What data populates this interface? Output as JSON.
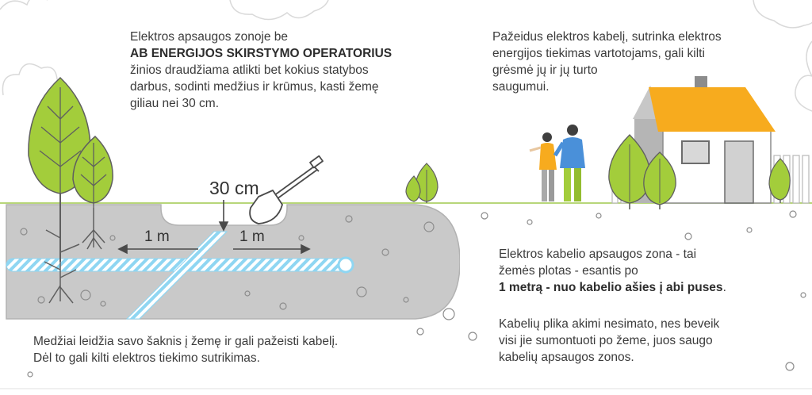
{
  "top_left_text": {
    "line1": "Elektros apsaugos zonoje be",
    "line2_bold": "AB ENERGIJOS SKIRSTYMO OPERATORIUS",
    "line3": "žinios draudžiama atlikti bet kokius statybos",
    "line4": "darbus, sodinti medžius ir krūmus, kasti žemę",
    "line5": "giliau nei 30 cm."
  },
  "top_right_text": {
    "line1": "Pažeidus elektros kabelį, sutrinka elektros",
    "line2": "energijos tiekimas vartotojams, gali kilti",
    "line3": "grėsmė jų ir jų turto",
    "line4": "saugumui."
  },
  "depth_label": "30 cm",
  "distance_left": "1 m",
  "distance_right": "1 m",
  "zone_text": {
    "line1": "Elektros kabelio apsaugos zona - tai",
    "line2": "žemės plotas - esantis po",
    "line3_bold": "1 metrą - nuo kabelio ašies į abi puses",
    "line3_end": "."
  },
  "visibility_text": {
    "line1": "Kabelių plika akimi nesimato, nes beveik",
    "line2": "visi jie sumontuoti po žeme, juos saugo",
    "line3": "kabelių apsaugos zonos."
  },
  "roots_text": {
    "line1": "Medžiai leidžia savo šaknis į žemę ir gali pažeisti kabelį.",
    "line2": "Dėl to gali kilti elektros tiekimo sutrikimas."
  },
  "colors": {
    "ground": "#c8c8c8",
    "ground_edge": "#a9a9a9",
    "leaf": "#a3cd3b",
    "leaf_outline": "#5f5f5f",
    "cable": "#8fd6f2",
    "roof": "#f7ab1e",
    "house_wall": "#ffffff"
  }
}
